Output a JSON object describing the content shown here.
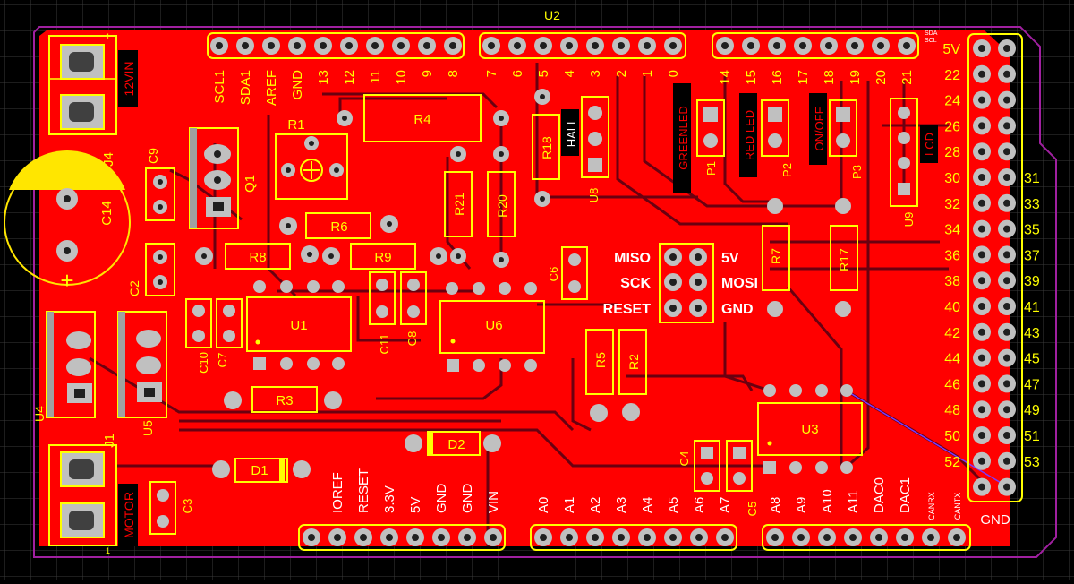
{
  "board": {
    "title": "U2",
    "colors": {
      "background": "#000000",
      "grid": "#3a3a3a",
      "copper": "#ff0000",
      "copper_dark": "#8a0010",
      "silk": "#ffff00",
      "outline": "#a020a0",
      "pad": "#c0c0c0",
      "drill": "#202020",
      "label_white": "#ffffff",
      "label_black": "#000000",
      "trace": "#ff2020",
      "highlight": "#ffe600"
    }
  },
  "components": {
    "U1": "U1",
    "U6": "U6",
    "U3": "U3",
    "U4": "U4",
    "U5": "U5",
    "Q1": "Q1",
    "J1": "J1",
    "J4": "J4",
    "R1": "R1",
    "R2": "R2",
    "R3": "R3",
    "R4": "R4",
    "R5": "R5",
    "R6": "R6",
    "R7": "R7",
    "R8": "R8",
    "R9": "R9",
    "R17": "R17",
    "R18": "R18",
    "R20": "R20",
    "R21": "R21",
    "C2": "C2",
    "C3": "C3",
    "C4": "C4",
    "C5": "C5",
    "C6": "C6",
    "C7": "C7",
    "C8": "C8",
    "C9": "C9",
    "C10": "C10",
    "C11": "C11",
    "C14": "C14",
    "D1": "D1",
    "D2": "D2",
    "P1": "P1",
    "P2": "P2",
    "P3": "P3",
    "U8": "U8",
    "U9": "U9"
  },
  "labels": {
    "v12": "12VIN",
    "motor": "MOTOR",
    "hall": "HALL",
    "green_led": "GREENLED",
    "red_led": "RED LED",
    "on_off": "ON/OFF",
    "lcd": "LCD",
    "miso": "MISO",
    "sck": "SCK",
    "reset": "RESET",
    "v5_icsp": "5V",
    "mosi": "MOSI",
    "gnd_icsp": "GND",
    "gnd_bottom": "GND",
    "sda_small": "SDA",
    "scl_small": "SCL",
    "canrx": "CANRX",
    "cantx": "CANTX",
    "plus": "+",
    "one_a": "1",
    "one_b": "1"
  },
  "header_top_left": [
    "SCL1",
    "SDA1",
    "AREF",
    "GND",
    "13",
    "12",
    "11",
    "10",
    "9",
    "8"
  ],
  "header_top_mid": [
    "7",
    "6",
    "5",
    "4",
    "3",
    "2",
    "1",
    "0"
  ],
  "header_top_right": [
    "14",
    "15",
    "16",
    "17",
    "18",
    "19",
    "20",
    "21"
  ],
  "header_bottom_power": [
    "IOREF",
    "RESET",
    "3.3V",
    "5V",
    "GND",
    "GND",
    "VIN"
  ],
  "header_bottom_analog": [
    "A0",
    "A1",
    "A2",
    "A3",
    "A4",
    "A5",
    "A6",
    "A7"
  ],
  "header_bottom_analog2": [
    "A8",
    "A9",
    "A10",
    "A11",
    "DAC0",
    "DAC1"
  ],
  "header_right_left": [
    "5V",
    "22",
    "24",
    "26",
    "28",
    "30",
    "32",
    "34",
    "36",
    "38",
    "40",
    "42",
    "44",
    "46",
    "48",
    "50",
    "52"
  ],
  "header_right_right": [
    "31",
    "33",
    "35",
    "37",
    "39",
    "41",
    "43",
    "45",
    "47",
    "49",
    "51",
    "53"
  ]
}
